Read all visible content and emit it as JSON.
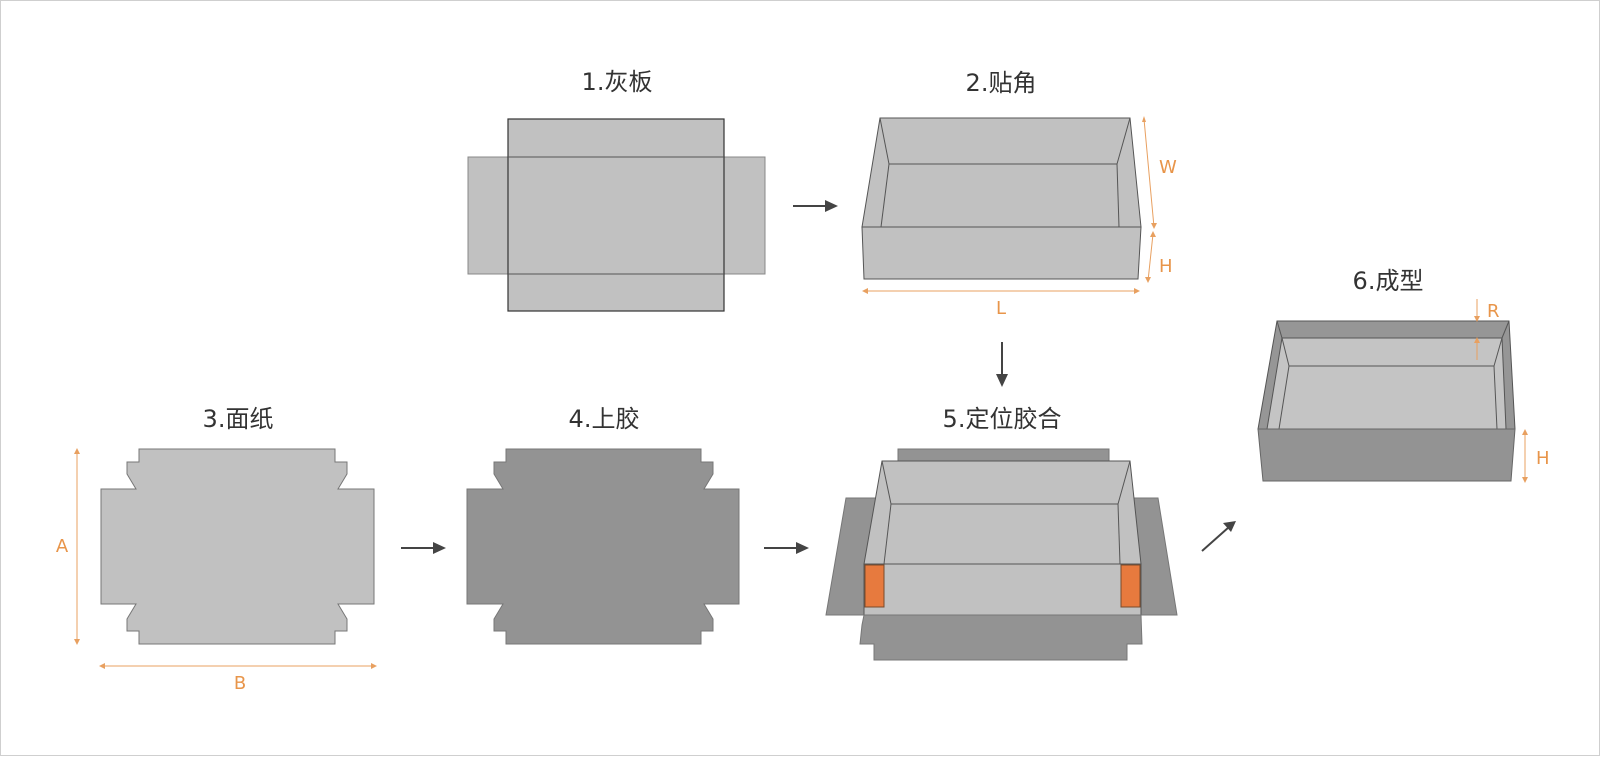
{
  "diagram": {
    "type": "process-flow",
    "subject": "rigid box manufacturing steps",
    "colors": {
      "board": "#c1c1c1",
      "glued_paper": "#939393",
      "dimension": "#e8954a",
      "glue_strip": "#e77a3e",
      "arrow": "#444444",
      "title_text": "#333333"
    }
  },
  "steps": [
    {
      "number": "1",
      "label": "1.灰板",
      "meaning": "greyboard"
    },
    {
      "number": "2",
      "label": "2.贴角",
      "meaning": "corner taping"
    },
    {
      "number": "3",
      "label": "3.面纸",
      "meaning": "face paper"
    },
    {
      "number": "4",
      "label": "4.上胶",
      "meaning": "apply glue"
    },
    {
      "number": "5",
      "label": "5.定位胶合",
      "meaning": "position and laminate"
    },
    {
      "number": "6",
      "label": "6.成型",
      "meaning": "formed"
    }
  ],
  "dimensions": {
    "step2": {
      "width": "W",
      "height": "H",
      "length": "L"
    },
    "step3": {
      "a": "A",
      "b": "B"
    },
    "step6": {
      "rim": "R",
      "height": "H"
    }
  },
  "flow": [
    {
      "from": "1",
      "to": "2",
      "direction": "right"
    },
    {
      "from": "2",
      "to": "5",
      "direction": "down"
    },
    {
      "from": "3",
      "to": "4",
      "direction": "right"
    },
    {
      "from": "4",
      "to": "5",
      "direction": "right"
    },
    {
      "from": "5",
      "to": "6",
      "direction": "up-right"
    }
  ]
}
